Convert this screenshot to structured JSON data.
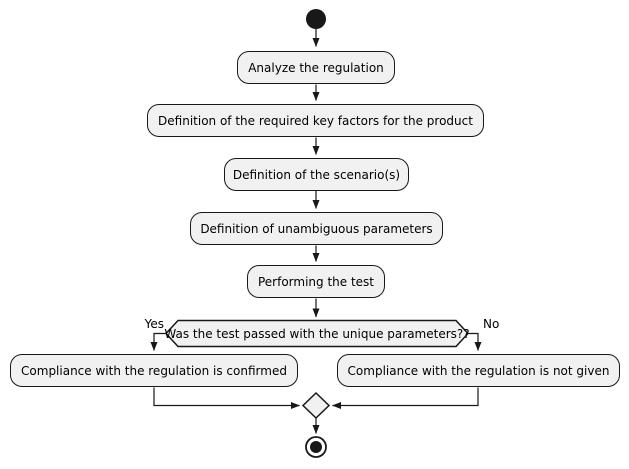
{
  "diagram": {
    "type": "activity-flowchart",
    "colors": {
      "background": "#ffffff",
      "node_fill": "#f1f1f1",
      "node_border": "#181818",
      "edge": "#181818",
      "text": "#000000"
    },
    "activities": {
      "analyze": "Analyze the regulation",
      "key_factors": "Definition of the required key factors for the product",
      "scenarios": "Definition of the scenario(s)",
      "parameters": "Definition of unambiguous parameters",
      "test": "Performing the test"
    },
    "decision": {
      "question": "Was the test passed with the unique parameters??",
      "yes_label": "Yes",
      "no_label": "No"
    },
    "outcomes": {
      "confirmed": "Compliance with the regulation is confirmed",
      "not_given": "Compliance with the regulation is not given"
    }
  }
}
